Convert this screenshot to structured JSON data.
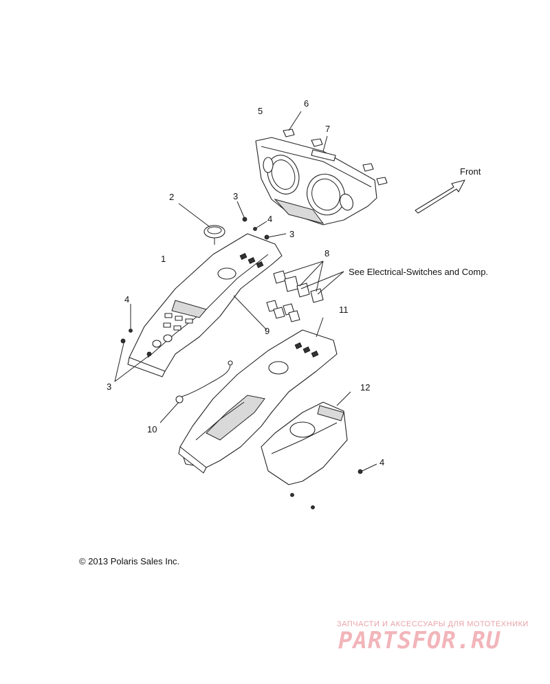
{
  "diagram": {
    "callouts": {
      "c1": "1",
      "c2": "2",
      "c3a": "3",
      "c3b": "3",
      "c3c": "3",
      "c4a": "4",
      "c4b": "4",
      "c4c": "4",
      "c5": "5",
      "c6": "6",
      "c7": "7",
      "c8": "8",
      "c9": "9",
      "c10": "10",
      "c11": "11",
      "c12": "12"
    },
    "front_label": "Front",
    "note_label": "See Electrical-Switches and Comp."
  },
  "footer": {
    "copyright": "© 2013 Polaris Sales Inc."
  },
  "watermark": {
    "tagline": "ЗАПЧАСТИ И АКСЕССУАРЫ ДЛЯ МОТОТЕХНИКИ",
    "brand": "PARTSFOR.RU"
  }
}
